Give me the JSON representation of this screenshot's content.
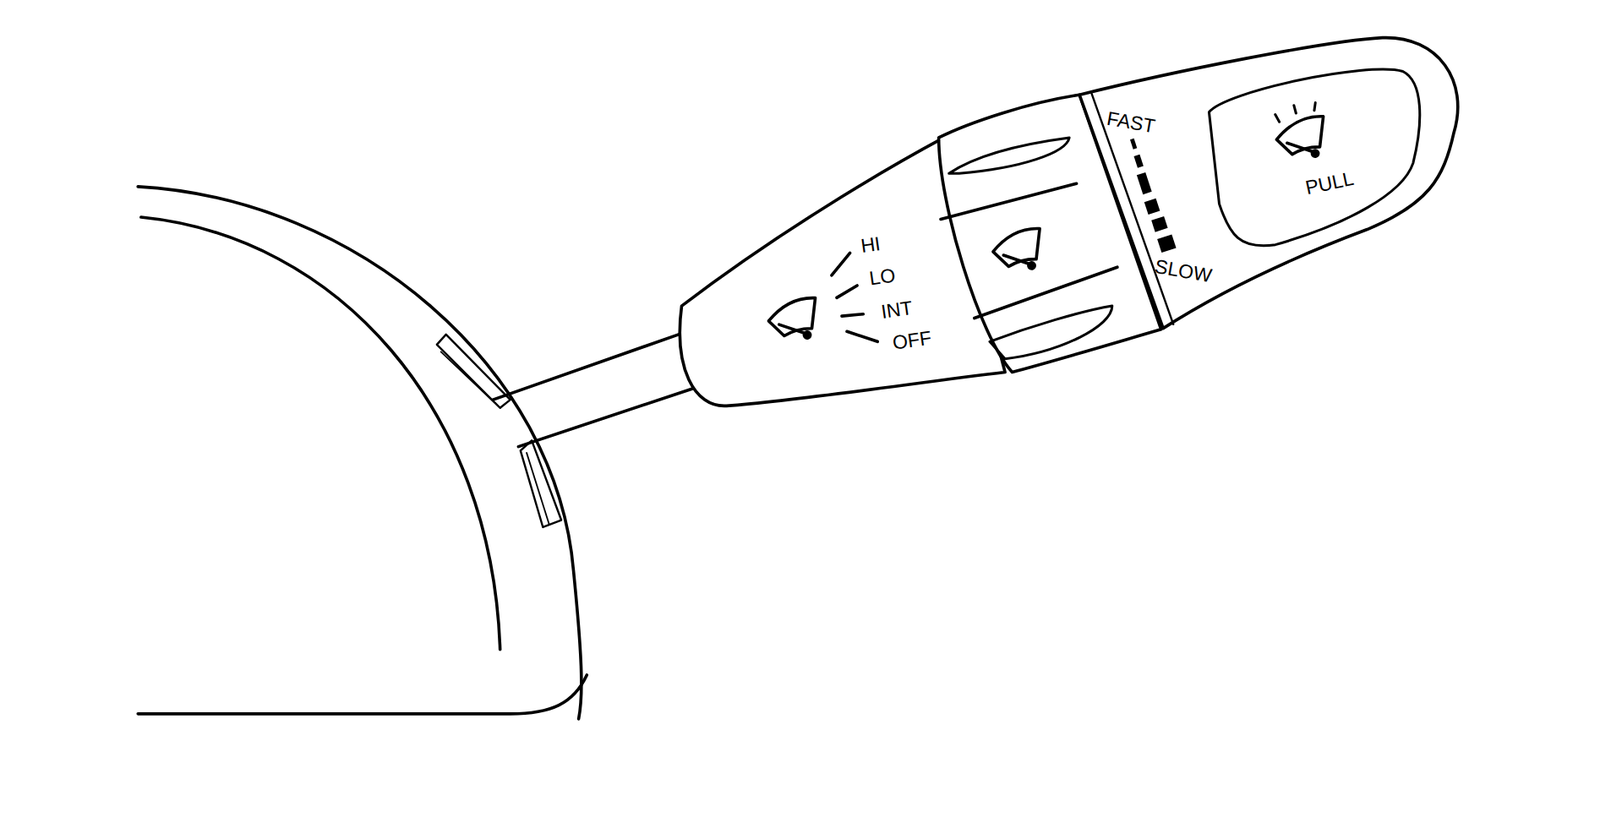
{
  "diagram": {
    "labels": [
      "HI",
      "LO",
      "INT",
      "OFF",
      "FAST",
      "SLOW",
      "PULL"
    ]
  }
}
